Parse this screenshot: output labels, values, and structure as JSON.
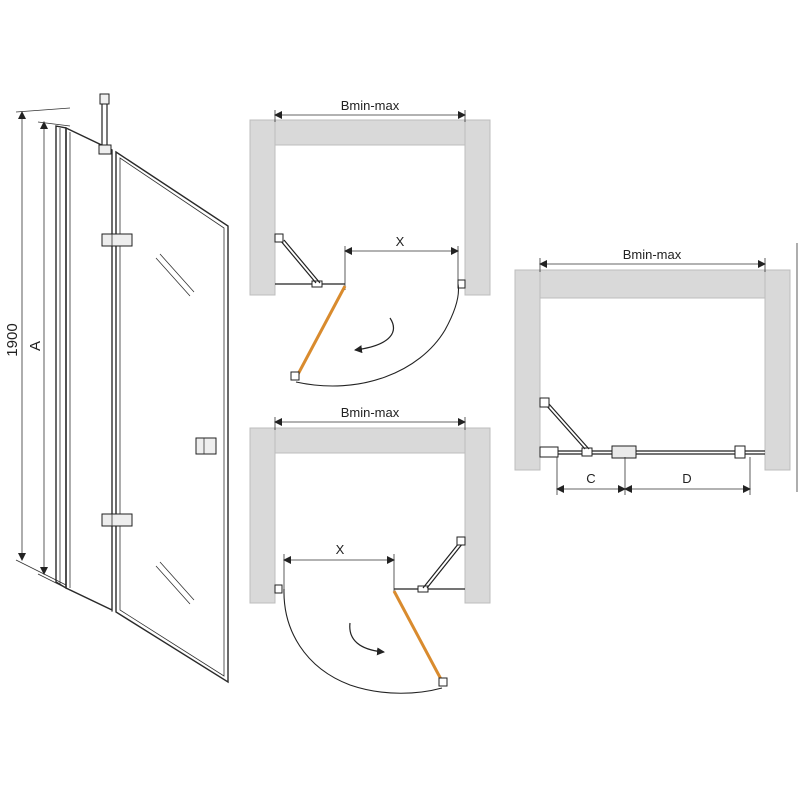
{
  "front_view": {
    "height_label": "1900",
    "a_label": "A"
  },
  "plan_top": {
    "b_label": "Bmin-max",
    "x_label": "X"
  },
  "plan_bottom": {
    "b_label": "Bmin-max",
    "x_label": "X"
  },
  "plan_right": {
    "b_label": "Bmin-max",
    "c_label": "C",
    "d_label": "D"
  },
  "colors": {
    "glass_highlight": "#d98b2e",
    "wall": "#d9d9d9"
  }
}
